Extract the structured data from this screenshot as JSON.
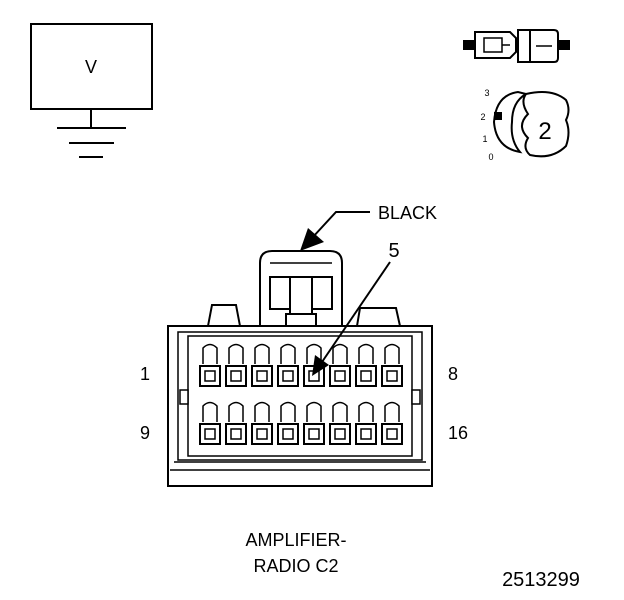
{
  "voltmeter": {
    "symbol": "V"
  },
  "ignition": {
    "positions": [
      "3",
      "2",
      "1",
      "0"
    ],
    "key_label": "2"
  },
  "connector": {
    "color_label": "BLACK",
    "pointer_pin": "5",
    "row1_start": "1",
    "row1_end": "8",
    "row2_start": "9",
    "row2_end": "16",
    "name_line1": "AMPLIFIER-",
    "name_line2": "RADIO C2"
  },
  "figure_number": "2513299"
}
